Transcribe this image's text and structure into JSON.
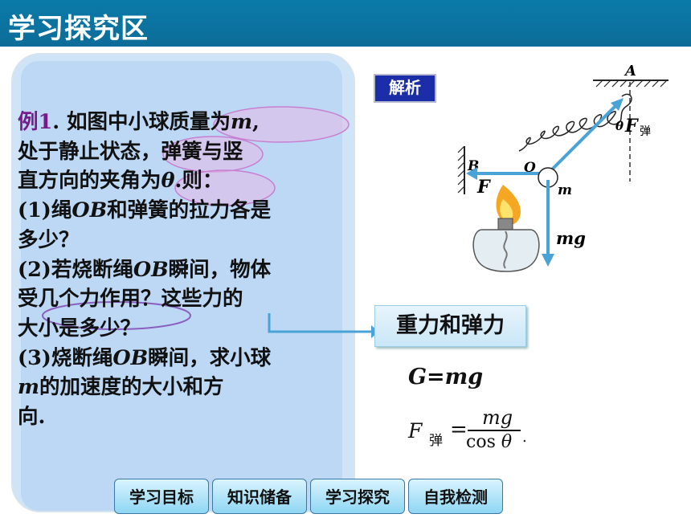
{
  "header": {
    "title": "学习探究区"
  },
  "question": {
    "example_label": "例1",
    "line1_text": ". 如图中小球质量为",
    "line1_var": "m",
    "line1_end": ",",
    "line2": "处于静止状态，弹簧与竖",
    "line3_text": "直方向的夹角为",
    "line3_var": "θ",
    "line3_end": ".则：",
    "line4_pre": "(1)绳",
    "line4_var": "OB",
    "line4_post": "和弹簧的拉力各是",
    "line5": "多少？",
    "line6_pre": "(2)若烧断绳",
    "line6_var": "OB",
    "line6_post": "瞬间，物体",
    "line7": "受几个力作用？这些力的",
    "line8": "大小是多少？",
    "line9_pre": "(3)烧断绳",
    "line9_var": "OB",
    "line9_post": "瞬间，求小球",
    "line10_var": "m",
    "line10_post": "的加速度的大小和方",
    "line11": "向."
  },
  "analysis_badge": "解析",
  "answer_box": "重力和弹力",
  "gravity_eq": "G=mg",
  "formula": {
    "lhs": "F",
    "sub": "弹",
    "eq": "=",
    "numerator": "mg",
    "den_text": "cos ",
    "den_var": "θ",
    "tail": "."
  },
  "diagram": {
    "label_A": "A",
    "label_B": "B",
    "label_O": "O",
    "label_F": "F",
    "label_m": "m",
    "label_mg": "mg",
    "label_theta": "θ",
    "label_Fspring": "F",
    "label_Fspring_sub": "弹"
  },
  "nav": [
    "学习目标",
    "知识储备",
    "学习探究",
    "自我检测"
  ],
  "colors": {
    "header": "#0d6c98",
    "arrow": "#4aa3d6",
    "badge": "#1b2ea8",
    "example": "#7a1a8a"
  }
}
